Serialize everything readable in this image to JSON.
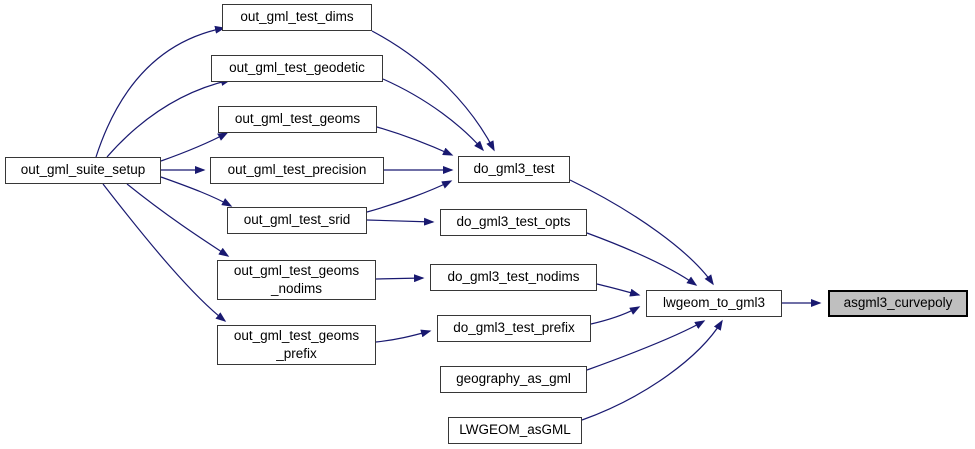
{
  "diagram": {
    "type": "call-graph",
    "background": "#ffffff",
    "edge_color": "#191970",
    "node_border_color": "#373737",
    "node_fill": "#ffffff",
    "highlight_fill": "#bfbfbf",
    "highlight_border": "#000000",
    "text_color": "#000000"
  },
  "nodes": {
    "out_gml_suite_setup": {
      "label": "out_gml_suite_setup"
    },
    "out_gml_test_dims": {
      "label": "out_gml_test_dims"
    },
    "out_gml_test_geodetic": {
      "label": "out_gml_test_geodetic"
    },
    "out_gml_test_geoms": {
      "label": "out_gml_test_geoms"
    },
    "out_gml_test_precision": {
      "label": "out_gml_test_precision"
    },
    "out_gml_test_srid": {
      "label": "out_gml_test_srid"
    },
    "out_gml_test_geoms_nodims": {
      "label": "out_gml_test_geoms\n_nodims"
    },
    "out_gml_test_geoms_prefix": {
      "label": "out_gml_test_geoms\n_prefix"
    },
    "do_gml3_test": {
      "label": "do_gml3_test"
    },
    "do_gml3_test_opts": {
      "label": "do_gml3_test_opts"
    },
    "do_gml3_test_nodims": {
      "label": "do_gml3_test_nodims"
    },
    "do_gml3_test_prefix": {
      "label": "do_gml3_test_prefix"
    },
    "geography_as_gml": {
      "label": "geography_as_gml"
    },
    "LWGEOM_asGML": {
      "label": "LWGEOM_asGML"
    },
    "lwgeom_to_gml3": {
      "label": "lwgeom_to_gml3"
    },
    "asgml3_curvepoly": {
      "label": "asgml3_curvepoly",
      "highlighted": true
    }
  },
  "edges": [
    {
      "from": "out_gml_suite_setup",
      "to": "out_gml_test_dims"
    },
    {
      "from": "out_gml_suite_setup",
      "to": "out_gml_test_geodetic"
    },
    {
      "from": "out_gml_suite_setup",
      "to": "out_gml_test_geoms"
    },
    {
      "from": "out_gml_suite_setup",
      "to": "out_gml_test_precision"
    },
    {
      "from": "out_gml_suite_setup",
      "to": "out_gml_test_srid"
    },
    {
      "from": "out_gml_suite_setup",
      "to": "out_gml_test_geoms_nodims"
    },
    {
      "from": "out_gml_suite_setup",
      "to": "out_gml_test_geoms_prefix"
    },
    {
      "from": "out_gml_test_dims",
      "to": "do_gml3_test"
    },
    {
      "from": "out_gml_test_geodetic",
      "to": "do_gml3_test"
    },
    {
      "from": "out_gml_test_geoms",
      "to": "do_gml3_test"
    },
    {
      "from": "out_gml_test_precision",
      "to": "do_gml3_test"
    },
    {
      "from": "out_gml_test_srid",
      "to": "do_gml3_test"
    },
    {
      "from": "out_gml_test_srid",
      "to": "do_gml3_test_opts"
    },
    {
      "from": "out_gml_test_geoms_nodims",
      "to": "do_gml3_test_nodims"
    },
    {
      "from": "out_gml_test_geoms_prefix",
      "to": "do_gml3_test_prefix"
    },
    {
      "from": "do_gml3_test",
      "to": "lwgeom_to_gml3"
    },
    {
      "from": "do_gml3_test_opts",
      "to": "lwgeom_to_gml3"
    },
    {
      "from": "do_gml3_test_nodims",
      "to": "lwgeom_to_gml3"
    },
    {
      "from": "do_gml3_test_prefix",
      "to": "lwgeom_to_gml3"
    },
    {
      "from": "geography_as_gml",
      "to": "lwgeom_to_gml3"
    },
    {
      "from": "LWGEOM_asGML",
      "to": "lwgeom_to_gml3"
    },
    {
      "from": "lwgeom_to_gml3",
      "to": "asgml3_curvepoly"
    }
  ]
}
